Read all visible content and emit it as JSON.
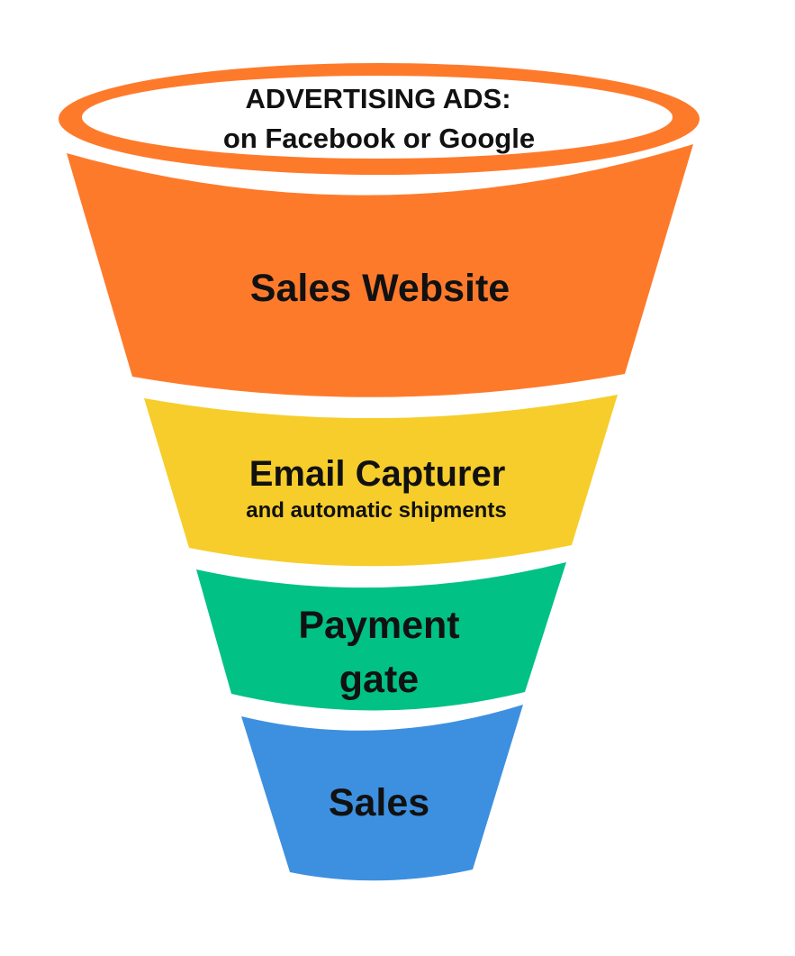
{
  "funnel": {
    "top": {
      "line1": "ADVERTISING ADS:",
      "line2": "on Facebook or Google",
      "color": "#FE7A2B"
    },
    "stages": [
      {
        "id": "website",
        "title": "Sales Website",
        "color": "#FE7A2B"
      },
      {
        "id": "email",
        "title": "Email Capturer",
        "subtitle": "and automatic shipments",
        "color": "#F6CD2B"
      },
      {
        "id": "payment",
        "title_line1": "Payment",
        "title_line2": "gate",
        "color": "#02C185"
      },
      {
        "id": "sales",
        "title": "Sales",
        "color": "#3D90DF"
      }
    ]
  }
}
